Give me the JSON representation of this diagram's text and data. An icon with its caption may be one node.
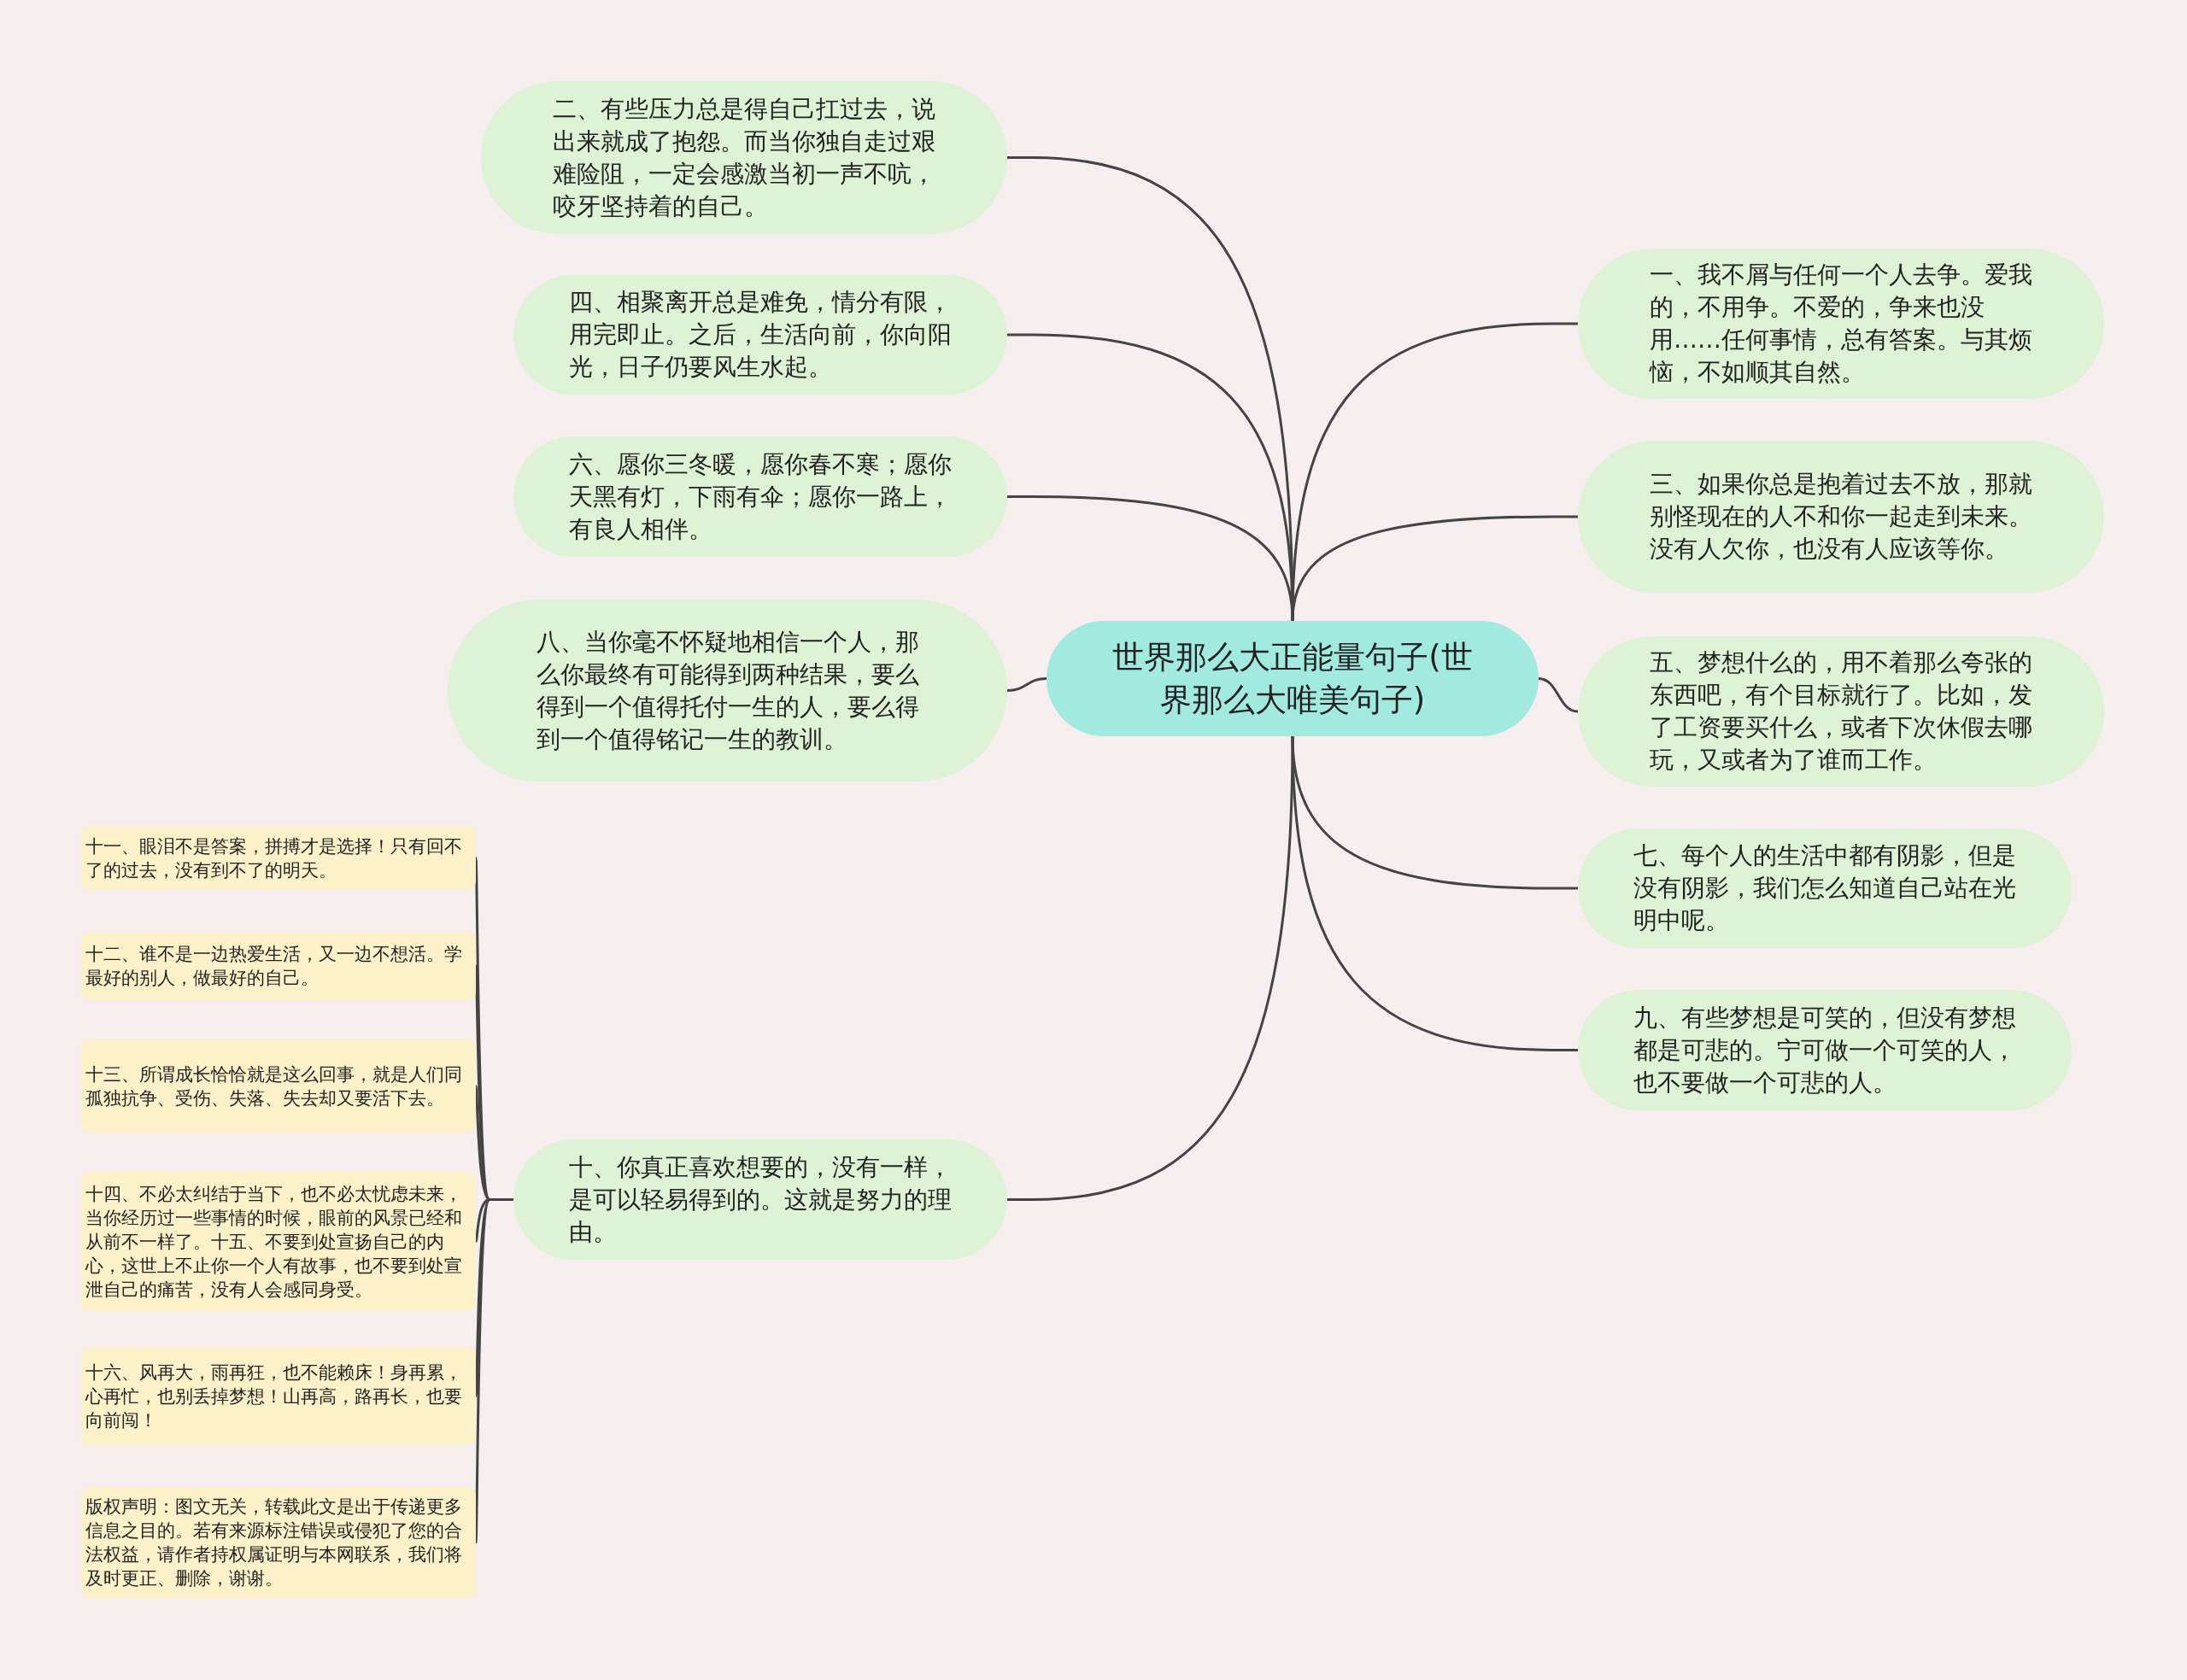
{
  "diagram": {
    "nodes": [
      {
        "text": [
          "世界那么大正能量句子(世界那么大唯美句子)"
        ]
      },
      {
        "text": [
          "一、我不屑与任何一个人去争。爱我的，不用争。不爱的，争来也没用……任何事情，总有答案。与其烦恼，不如顺其自然。"
        ]
      },
      {
        "text": [
          "二、有些压力总是得自己扛过去，说出来就成了抱怨。而当你独自走过艰难险阻，一定会感激当初一声不吭，咬牙坚持着的自己。"
        ]
      },
      {
        "text": [
          "三、如果你总是抱着过去不放，那就别怪现在的人不和你一起走到未来。没有人欠你，也没有人应该等你。"
        ]
      },
      {
        "text": [
          "四、相聚离开总是难免，情分有限，用完即止。之后，生活向前，你向阳光，日子仍要风生水起。"
        ]
      },
      {
        "text": [
          "五、梦想什么的，用不着那么夸张的东西吧，有个目标就行了。比如，发了工资要买什么，或者下次休假去哪玩，又或者为了谁而工作。"
        ]
      },
      {
        "text": [
          "六、愿你三冬暖，愿你春不寒；愿你天黑有灯，下雨有伞；愿你一路上，有良人相伴。"
        ]
      },
      {
        "text": [
          "七、每个人的生活中都有阴影，但是没有阴影，我们怎么知道自己站在光明中呢。"
        ]
      },
      {
        "text": [
          "八、当你毫不怀疑地相信一个人，那么你最终有可能得到两种结果，要么得到一个值得托付一生的人，要么得到一个值得铭记一生的教训。"
        ]
      },
      {
        "text": [
          "九、有些梦想是可笑的，但没有梦想都是可悲的。宁可做一个可笑的人，也不要做一个可悲的人。"
        ]
      },
      {
        "text": [
          "十、你真正喜欢想要的，没有一样，是可以轻易得到的。这就是努力的理由。"
        ]
      },
      {
        "text": [
          "十一、眼泪不是答案，拼搏才是选择！只有回不了的过去，没有到不了的明天。"
        ]
      },
      {
        "text": [
          "十二、谁不是一边热爱生活，又一边不想活。学最好的别人，做最好的自己。"
        ]
      },
      {
        "text": [
          "十三、所谓成长恰恰就是这么回事，就是人们同孤独抗争、受伤、失落、失去却又要活下去。"
        ]
      },
      {
        "text": [
          "十四、不必太纠结于当下，也不必太忧虑未来，当你经历过一些事情的时候，眼前的风景已经和从前不一样了。十五、不要到处宣扬自己的内心，这世上不止你一个人有故事，也不要到处宣泄自己的痛苦，没有人会感同身受。"
        ]
      },
      {
        "text": [
          "十六、风再大，雨再狂，也不能赖床！身再累，心再忙，也别丢掉梦想！山再高，路再长，也要向前闯！"
        ]
      },
      {
        "text": [
          "版权声明：图文无关，转载此文是出于传递更多信息之目的。若有来源标注错误或侵犯了您的合法权益，请作者持权属证明与本网联系，我们将及时更正、删除，谢谢。"
        ]
      }
    ],
    "edges": [
      {
        "from": 0,
        "to": 1,
        "arrow": "none"
      },
      {
        "from": 0,
        "to": 2,
        "arrow": "none"
      },
      {
        "from": 0,
        "to": 3,
        "arrow": "none"
      },
      {
        "from": 0,
        "to": 4,
        "arrow": "none"
      },
      {
        "from": 0,
        "to": 5,
        "arrow": "none"
      },
      {
        "from": 0,
        "to": 6,
        "arrow": "none"
      },
      {
        "from": 0,
        "to": 7,
        "arrow": "none"
      },
      {
        "from": 0,
        "to": 8,
        "arrow": "none"
      },
      {
        "from": 0,
        "to": 9,
        "arrow": "none"
      },
      {
        "from": 0,
        "to": 10,
        "arrow": "none"
      },
      {
        "from": 10,
        "to": 11,
        "arrow": "none"
      },
      {
        "from": 10,
        "to": 12,
        "arrow": "none"
      },
      {
        "from": 10,
        "to": 13,
        "arrow": "none"
      },
      {
        "from": 10,
        "to": 14,
        "arrow": "none"
      },
      {
        "from": 10,
        "to": 15,
        "arrow": "none"
      },
      {
        "from": 10,
        "to": 16,
        "arrow": "none"
      }
    ]
  }
}
